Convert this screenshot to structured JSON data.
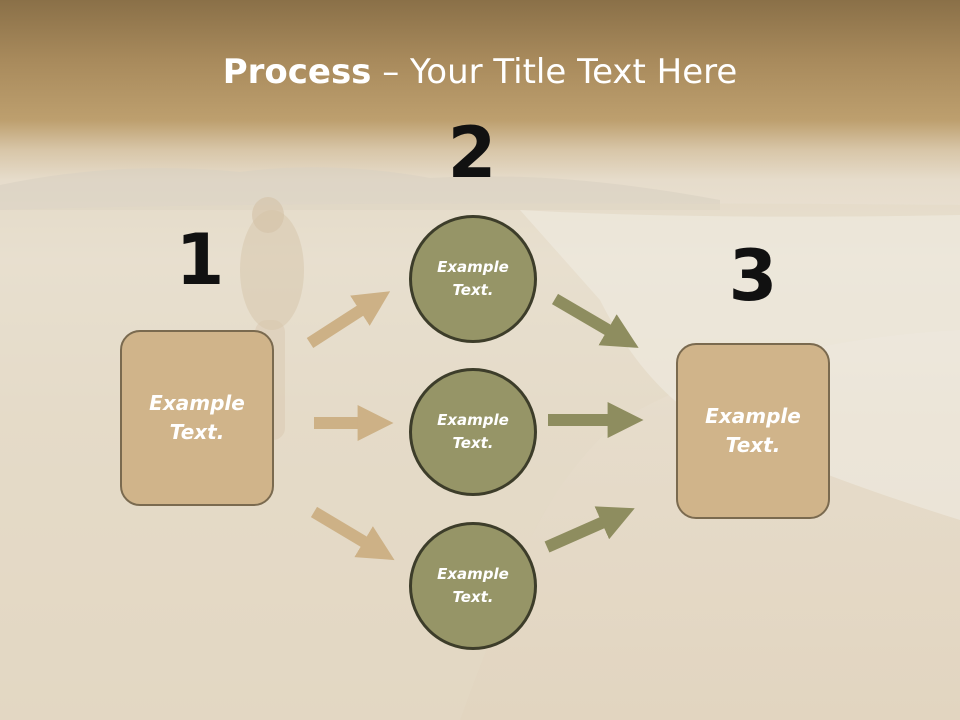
{
  "title": {
    "bold": "Process",
    "rest": " – Your Title Text Here"
  },
  "steps": [
    {
      "number": "1",
      "text": "Example Text."
    },
    {
      "number": "2",
      "text": "Example Text."
    },
    {
      "number": "3",
      "text": "Example Text."
    }
  ],
  "circles": [
    {
      "text": "Example Text."
    },
    {
      "text": "Example Text."
    },
    {
      "text": "Example Text."
    }
  ],
  "colors": {
    "box_fill": "#d0b48a",
    "circle_fill": "#969567",
    "arrow_tan": "#cdb186",
    "arrow_olive": "#8e8d5f"
  }
}
